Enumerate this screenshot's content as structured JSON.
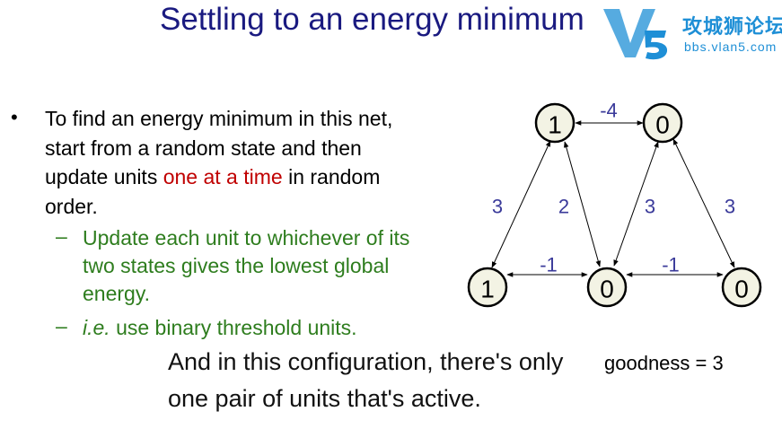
{
  "slide": {
    "title": "Settling to an energy minimum",
    "bullet_main": {
      "text_before": "To find an energy minimum in this net, start from a random state and then update units ",
      "highlight": "one at a time",
      "text_after": " in random order."
    },
    "sub_bullets": [
      {
        "text": "Update each unit to whichever of its two states gives the lowest global energy."
      },
      {
        "italic_prefix": "i.e.",
        "text": " use binary threshold units."
      }
    ],
    "goodness_text": "goodness = 3"
  },
  "graph": {
    "nodes": [
      {
        "id": "top-left",
        "value": "1"
      },
      {
        "id": "top-right",
        "value": "0"
      },
      {
        "id": "bottom-left",
        "value": "1"
      },
      {
        "id": "bottom-middle",
        "value": "0"
      },
      {
        "id": "bottom-right",
        "value": "0"
      }
    ],
    "edges": [
      {
        "from": "top-left",
        "to": "top-right",
        "weight": "-4"
      },
      {
        "from": "top-left",
        "to": "bottom-left",
        "weight": "3"
      },
      {
        "from": "top-left",
        "to": "bottom-middle",
        "weight": "2"
      },
      {
        "from": "top-right",
        "to": "bottom-middle",
        "weight": "3"
      },
      {
        "from": "top-right",
        "to": "bottom-right",
        "weight": "3"
      },
      {
        "from": "bottom-left",
        "to": "bottom-middle",
        "weight": "-1"
      },
      {
        "from": "bottom-middle",
        "to": "bottom-right",
        "weight": "-1"
      }
    ]
  },
  "subtitles": {
    "line1": "And in this configuration, there's only",
    "line2": "one pair of units that's active."
  },
  "watermark": {
    "logo_text": "V5",
    "chinese": "攻城狮论坛",
    "url": "bbs.vlan5.com"
  },
  "colors": {
    "title": "#1a1a80",
    "highlight": "#c00000",
    "sub_bullet": "#2e7d1e",
    "weight_label": "#3a3a9a",
    "watermark": "#1e8fd6"
  }
}
